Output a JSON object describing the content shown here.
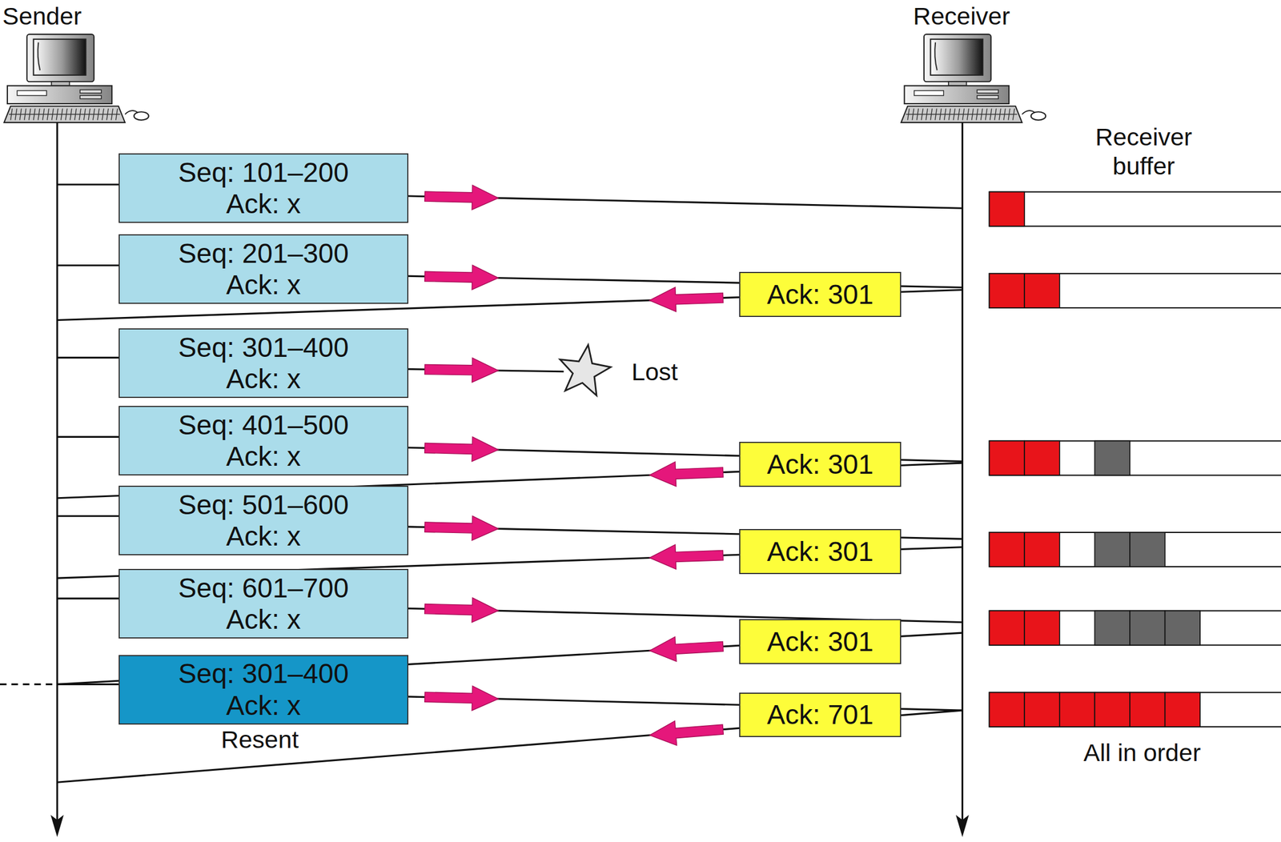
{
  "diagram": {
    "nodes": [
      {
        "text": [
          "Seq: 101–200",
          "Ack: x"
        ]
      },
      {
        "text": [
          "Seq: 201–300",
          "Ack: x"
        ]
      },
      {
        "text": [
          "Ack: 301"
        ]
      },
      {
        "text": [
          "Seq: 301–400",
          "Ack: x"
        ]
      },
      {
        "text": [
          "Seq: 401–500",
          "Ack: x"
        ]
      },
      {
        "text": [
          "Ack: 301"
        ]
      },
      {
        "text": [
          "Seq: 501–600",
          "Ack: x"
        ]
      },
      {
        "text": [
          "Ack: 301"
        ]
      },
      {
        "text": [
          "Seq: 601–700",
          "Ack: x"
        ]
      },
      {
        "text": [
          "Ack: 301"
        ]
      },
      {
        "text": [
          "Seq: 301–400",
          "Ack: x"
        ]
      },
      {
        "text": [
          "Ack: 701"
        ]
      }
    ],
    "labels": [
      "Sender",
      "Receiver",
      "Receiver buffer",
      "Lost",
      "Resent",
      "All in order"
    ]
  }
}
